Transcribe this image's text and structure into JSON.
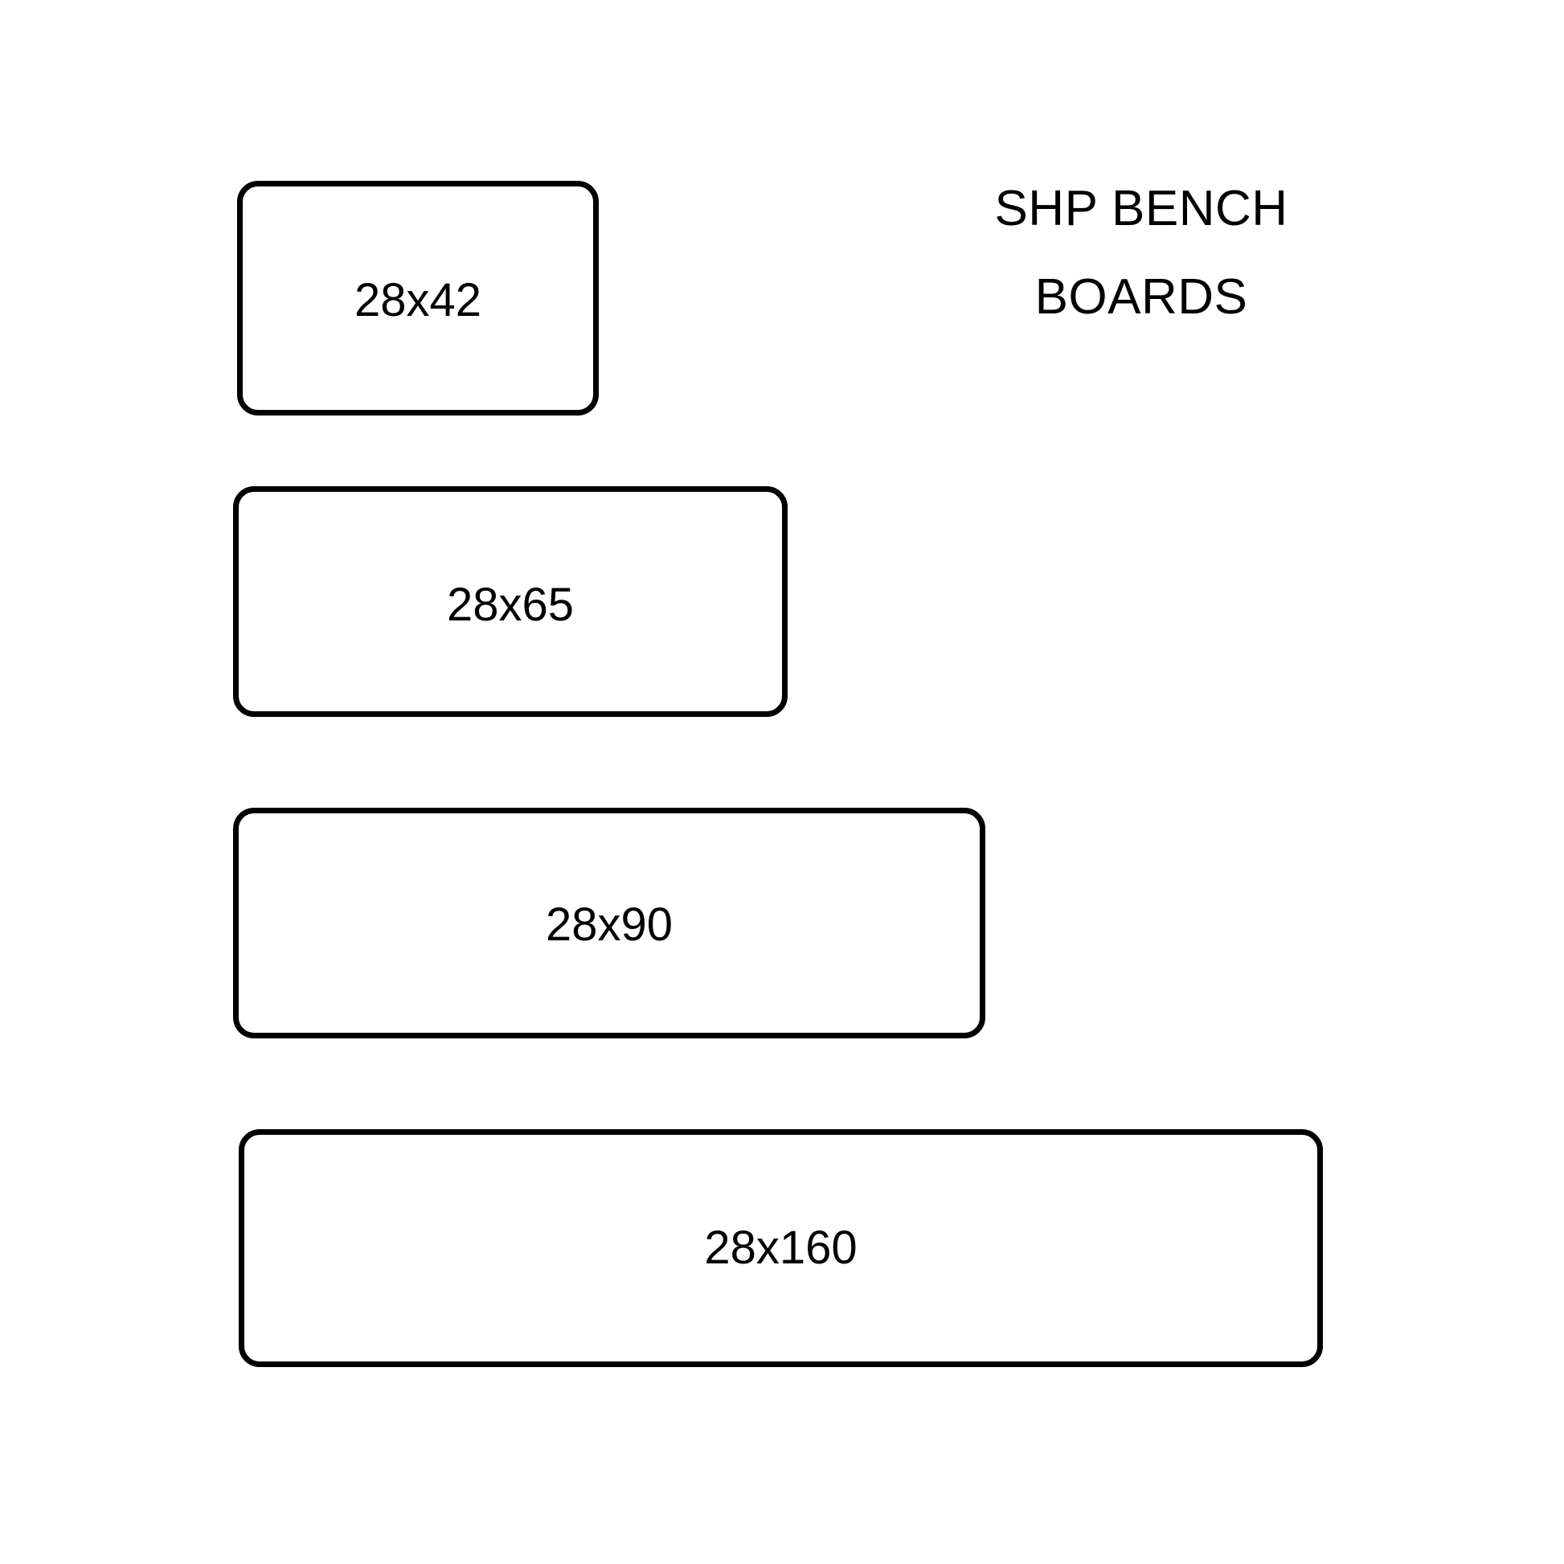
{
  "page": {
    "background_color": "#ffffff",
    "stroke_color": "#000000",
    "text_color": "#000000"
  },
  "title": {
    "line1": "SHP BENCH",
    "line2": "BOARDS",
    "full": "SHP BENCH BOARDS"
  },
  "boards": [
    {
      "label": "28x42",
      "thickness": 28,
      "width": 42
    },
    {
      "label": "28x65",
      "thickness": 28,
      "width": 65
    },
    {
      "label": "28x90",
      "thickness": 28,
      "width": 90
    },
    {
      "label": "28x160",
      "thickness": 28,
      "width": 160
    }
  ]
}
